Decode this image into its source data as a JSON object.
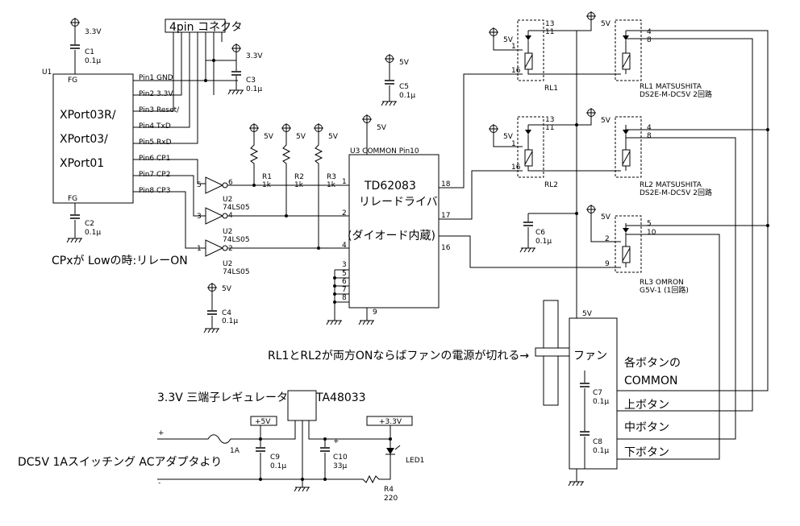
{
  "connector": {
    "title": "4pin コネクタ",
    "cap_voltage": "3.3V",
    "cap_name": "C3",
    "cap_value": "0.1µ"
  },
  "xport": {
    "ref": "U1",
    "name_lines": [
      "XPort03R/",
      "XPort03/",
      "XPort01"
    ],
    "fg_top": "FG",
    "fg_bottom": "FG",
    "pins": [
      "Pin1 GND",
      "Pin2 3.3V",
      "Pin3 Reset/",
      "Pin4 TxD",
      "Pin5 RxD",
      "Pin6 CP1",
      "Pin7 CP2",
      "Pin8 CP3"
    ],
    "c1": {
      "voltage": "3.3V",
      "name": "C1",
      "value": "0.1µ"
    },
    "c2": {
      "name": "C2",
      "value": "0.1µ"
    }
  },
  "inverters": [
    {
      "in_pin": "5",
      "out_pin": "6",
      "ref": "U2",
      "part": "74LS05"
    },
    {
      "in_pin": "3",
      "out_pin": "4",
      "ref": "U2",
      "part": "74LS05"
    },
    {
      "in_pin": "1",
      "out_pin": "2",
      "ref": "U2",
      "part": "74LS05"
    }
  ],
  "note_cpx": "CPxが Lowの時:リレーON",
  "c4": {
    "voltage": "5V",
    "name": "C4",
    "value": "0.1µ"
  },
  "resistors": [
    {
      "name": "R1",
      "value": "1k",
      "voltage": "5V"
    },
    {
      "name": "R2",
      "value": "1k",
      "voltage": "5V"
    },
    {
      "name": "R3",
      "value": "1k",
      "voltage": "5V"
    }
  ],
  "driver": {
    "ref_label": "U3  COMMON  Pin10",
    "name_lines": [
      "TD62083",
      "リレードライバ",
      "(ダイオード内蔵)"
    ],
    "common_voltage": "5V",
    "pins_left": [
      "1",
      "2",
      "4",
      "3",
      "5",
      "6",
      "7",
      "8"
    ],
    "pins_right": [
      "18",
      "17",
      "16"
    ],
    "pin_bottom": "9"
  },
  "c5": {
    "voltage": "5V",
    "name": "C5",
    "value": "0.1µ"
  },
  "c6": {
    "name": "C6",
    "value": "0.1µ"
  },
  "relays": [
    {
      "label": "RL1",
      "desc": "RL1  MATSUSHITA",
      "model": "DS2E-M-DC5V 2回路",
      "pin_a": "13",
      "pin_b": "11",
      "pin_c": "1",
      "pin_d": "16",
      "pin_e": "4",
      "pin_f": "8",
      "v_left": "5V",
      "v_right": "5V"
    },
    {
      "label": "RL2",
      "desc": "RL2  MATSUSHITA",
      "model": "DS2E-M-DC5V 2回路",
      "pin_a": "13",
      "pin_b": "11",
      "pin_c": "1",
      "pin_d": "16",
      "pin_e": "4",
      "pin_f": "8",
      "v_left": "5V",
      "v_right": "5V"
    },
    {
      "label": "RL3",
      "desc": "RL3  OMRON",
      "model": "G5V-1 (1回路)",
      "pin_c": "2",
      "pin_d": "9",
      "pin_e": "5",
      "pin_f": "10",
      "v_left": "5V"
    }
  ],
  "fan_note": "RL1とRL2が両方ONならばファンの電源が切れる→",
  "fan": {
    "label": "ファン",
    "voltage": "5V",
    "buttons": [
      "各ボタンの",
      "COMMON",
      "上ボタン",
      "中ボタン",
      "下ボタン"
    ],
    "c7": {
      "name": "C7",
      "value": "0.1µ"
    },
    "c8": {
      "name": "C8",
      "value": "0.1µ"
    }
  },
  "regulator": {
    "title": "3.3V 三端子レギュレータ",
    "part": "TA48033",
    "in_label": "+5V",
    "out_label": "+3.3V",
    "fuse": "1A",
    "c9": {
      "name": "C9",
      "value": "0.1µ"
    },
    "c10": {
      "name": "C10",
      "value": "33µ",
      "polarity": "+"
    },
    "led": "LED1",
    "r4": {
      "name": "R4",
      "value": "220"
    },
    "plus": "+",
    "minus": "-"
  },
  "power_note": "DC5V 1Aスイッチング ACアダプタより"
}
